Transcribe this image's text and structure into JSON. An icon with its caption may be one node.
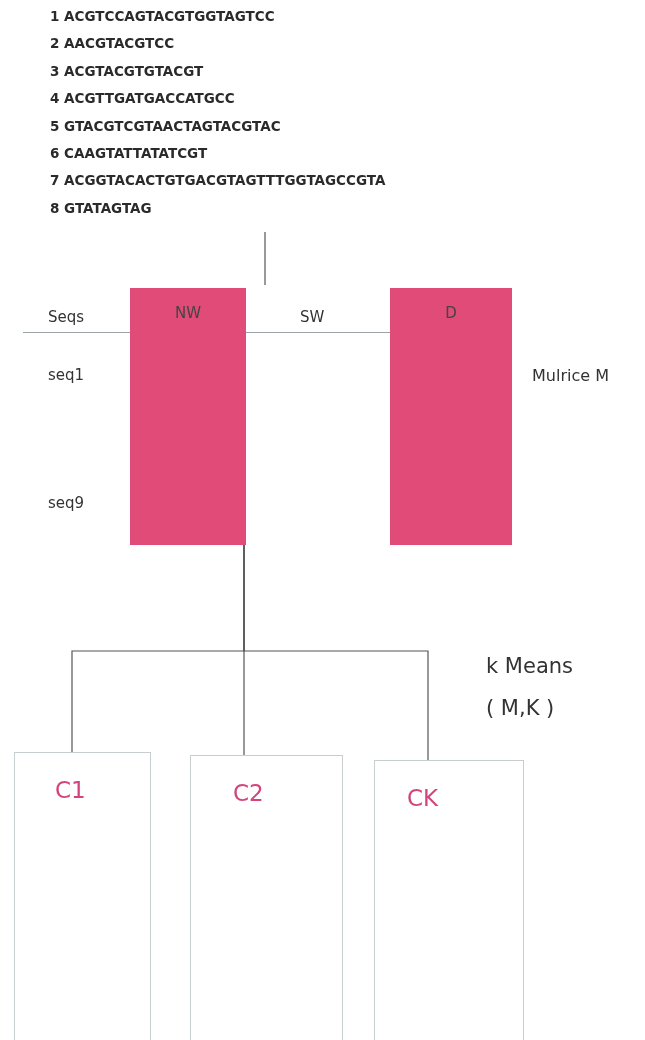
{
  "diagram": {
    "nodes": [
      {
        "text": [
          "1 ACGTCCAGTACGTGGTAGTCC",
          "2 AACGTACGTCC",
          "3 ACGTACGTGTACGT",
          "4 ACGTTGATGACCATGCC",
          "5 GTACGTCGTAACTAGTACGTAC",
          "6 CAAGTATTATATCGT",
          "7 ACGGTACACTGTGACGTAGTTTGGTAGCCGTA",
          "8 GTATAGTAG"
        ]
      },
      {
        "text": [
          "NW"
        ]
      },
      {
        "text": [
          "D"
        ]
      },
      {
        "text": [
          "C1"
        ]
      },
      {
        "text": [
          "C2"
        ]
      },
      {
        "text": [
          "CK"
        ]
      }
    ],
    "edges": [
      {
        "from": 0,
        "to": null,
        "arrow": "none"
      },
      {
        "from": 1,
        "to": 3,
        "arrow": "none"
      },
      {
        "from": 1,
        "to": 4,
        "arrow": "none"
      },
      {
        "from": 1,
        "to": 5,
        "arrow": "none"
      }
    ],
    "labels": [
      "Seqs",
      "SW",
      "seq1",
      "Mulrice M",
      "seq9",
      "k Means",
      "( M,K )"
    ]
  }
}
